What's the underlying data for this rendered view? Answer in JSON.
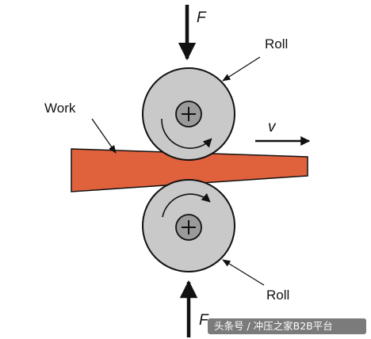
{
  "labels": {
    "force_top": "F",
    "force_bottom": "F",
    "roll_top": "Roll",
    "roll_bottom": "Roll",
    "work": "Work",
    "velocity": "v"
  },
  "watermark": {
    "text": "头条号 / 冲压之家B2B平台"
  },
  "colors": {
    "roll_fill": "#c9c9c9",
    "work_fill": "#e0623d",
    "stroke": "#111111",
    "watermark_bg": "#5a5a5a"
  },
  "icons": [
    "plus-axis-icon",
    "rotation-arrow-icon",
    "force-arrow-icon",
    "velocity-arrow-icon",
    "leader-arrow-icon"
  ]
}
